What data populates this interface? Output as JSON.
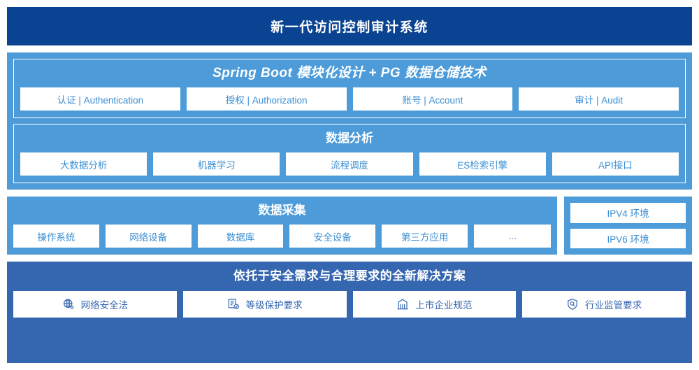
{
  "header": {
    "title": "新一代访问控制审计系统",
    "bg_color": "#0a4391"
  },
  "colors": {
    "light_blue": "#4d9cd9",
    "dark_blue": "#3566b0",
    "navy": "#0a4391",
    "card_text_light": "#3b8fd4",
    "card_text_dark": "#3566b0",
    "card_bg": "#ffffff"
  },
  "platform_section": {
    "panels": [
      {
        "title": "Spring Boot 模块化设计 + PG 数据仓储技术",
        "italic": true,
        "cards": [
          {
            "label": "认证 | Authentication"
          },
          {
            "label": "授权 | Authorization"
          },
          {
            "label": "账号 | Account"
          },
          {
            "label": "审计 | Audit"
          }
        ]
      },
      {
        "title": "数据分析",
        "italic": false,
        "cards": [
          {
            "label": "大数据分析"
          },
          {
            "label": "机器学习"
          },
          {
            "label": "流程调度"
          },
          {
            "label": "ES检索引擎"
          },
          {
            "label": "API接口"
          }
        ]
      }
    ]
  },
  "collection_section": {
    "title": "数据采集",
    "cards": [
      {
        "label": "操作系统"
      },
      {
        "label": "网络设备"
      },
      {
        "label": "数据库"
      },
      {
        "label": "安全设备"
      },
      {
        "label": "第三方应用"
      },
      {
        "label": "…"
      }
    ],
    "environments": [
      {
        "label": "IPV4 环境"
      },
      {
        "label": "IPV6 环境"
      }
    ]
  },
  "compliance_section": {
    "title": "依托于安全需求与合理要求的全新解决方案",
    "cards": [
      {
        "label": "网络安全法",
        "icon": "globe-network-icon"
      },
      {
        "label": "等级保护要求",
        "icon": "document-check-icon"
      },
      {
        "label": "上市企业规范",
        "icon": "bank-building-icon"
      },
      {
        "label": "行业监管要求",
        "icon": "shield-search-icon"
      }
    ]
  }
}
